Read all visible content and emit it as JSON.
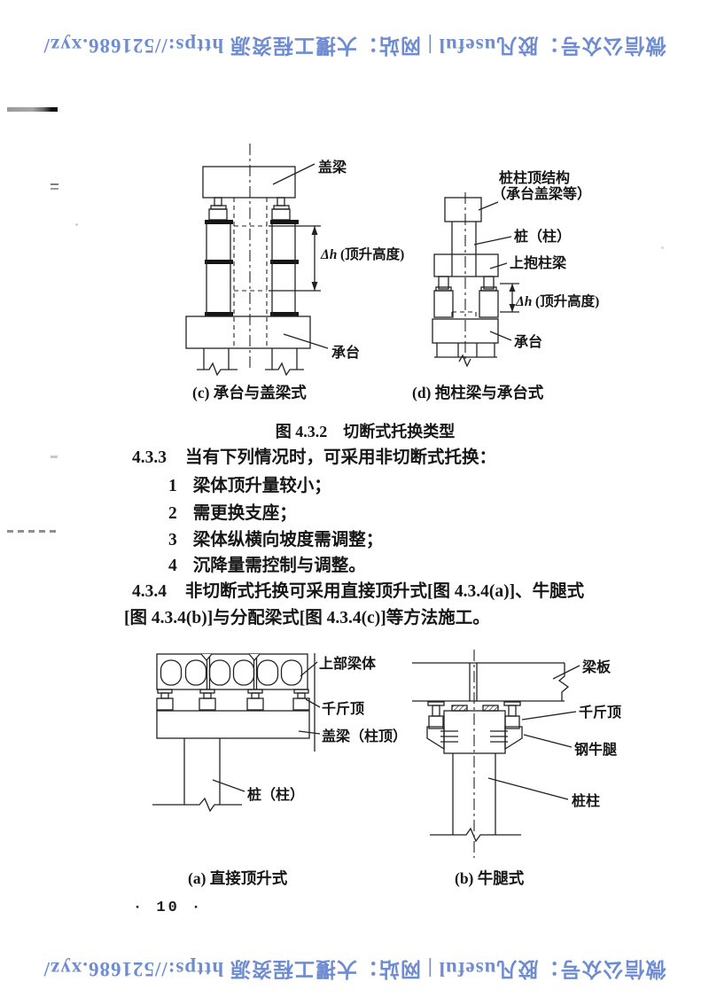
{
  "page": {
    "number": "· 10 ·"
  },
  "watermark": {
    "text": "微信公众号：胶凡useful | 网站：大攫工程资源 https://521686.xyz/",
    "color": "#5b7dc9"
  },
  "figure_4_3_2": {
    "caption": "图 4.3.2　切断式托换类型",
    "sub_c": {
      "label_cap_beam": "盖梁",
      "label_dh": "Δh",
      "label_dh_note": "(顶升高度)",
      "label_pile_cap": "承台",
      "caption": "(c) 承台与盖梁式"
    },
    "sub_d": {
      "label_top_structure_line1": "桩柱顶结构",
      "label_top_structure_line2": "（承台盖梁等）",
      "label_pile_column": "桩（柱）",
      "label_upper_clamp_beam": "上抱柱梁",
      "label_dh": "Δh",
      "label_dh_note": "(顶升高度)",
      "label_pile_cap": "承台",
      "caption": "(d) 抱柱梁与承台式"
    }
  },
  "section_4_3_3": {
    "number": "4.3.3",
    "intro": "当有下列情况时，可采用非切断式托换：",
    "items": [
      {
        "num": "1",
        "text": "梁体顶升量较小；"
      },
      {
        "num": "2",
        "text": "需更换支座；"
      },
      {
        "num": "3",
        "text": "梁体纵横向坡度需调整；"
      },
      {
        "num": "4",
        "text": "沉降量需控制与调整。"
      }
    ]
  },
  "section_4_3_4": {
    "number": "4.3.4",
    "line1": "非切断式托换可采用直接顶升式[图 4.3.4(a)]、牛腿式",
    "line2": "[图 4.3.4(b)]与分配梁式[图 4.3.4(c)]等方法施工。"
  },
  "figure_4_3_4": {
    "sub_a": {
      "label_upper_beam": "上部梁体",
      "label_jack": "千斤顶",
      "label_cap_beam": "盖梁（柱顶）",
      "label_pile": "桩（柱）",
      "caption": "(a) 直接顶升式"
    },
    "sub_b": {
      "label_beam_slab": "梁板",
      "label_jack": "千斤顶",
      "label_steel_corbel": "钢牛腿",
      "label_pile_column": "桩柱",
      "caption": "(b) 牛腿式"
    }
  }
}
